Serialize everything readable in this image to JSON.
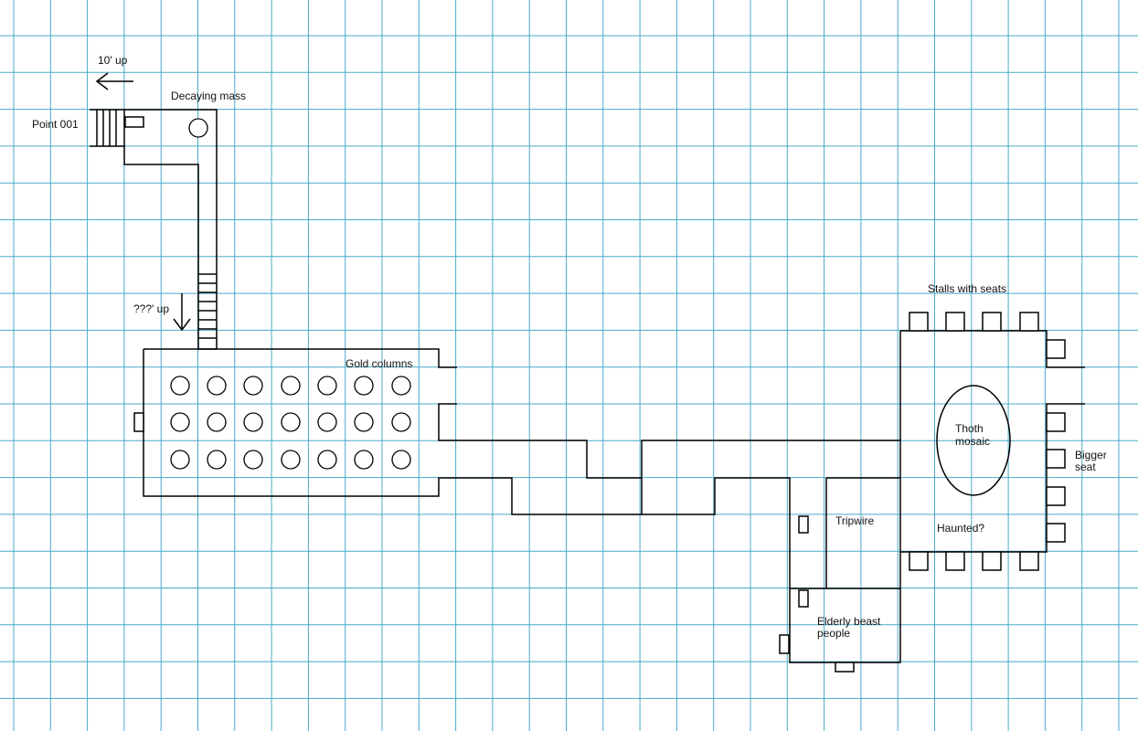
{
  "labels": {
    "ten_up": "10' up",
    "decaying_mass": "Decaying mass",
    "point_001": "Point 001",
    "unknown_up": "???' up",
    "gold_columns": "Gold columns",
    "stalls_with_seats": "Stalls with seats",
    "thoth_mosaic_line1": "Thoth",
    "thoth_mosaic_line2": "mosaic",
    "bigger_seat_line1": "Bigger",
    "bigger_seat_line2": "seat",
    "tripwire": "Tripwire",
    "haunted": "Haunted?",
    "elderly_beast_line1": "Elderly beast",
    "elderly_beast_line2": "people"
  },
  "colors": {
    "grid_line": "#49a9c9",
    "wall": "#000000",
    "background": "#ffffff"
  },
  "icons": {
    "arrow_left": "arrow-left-icon",
    "arrow_down": "arrow-down-icon",
    "stairs": "stairs-icon",
    "column": "column-icon",
    "seat": "seat-icon"
  }
}
